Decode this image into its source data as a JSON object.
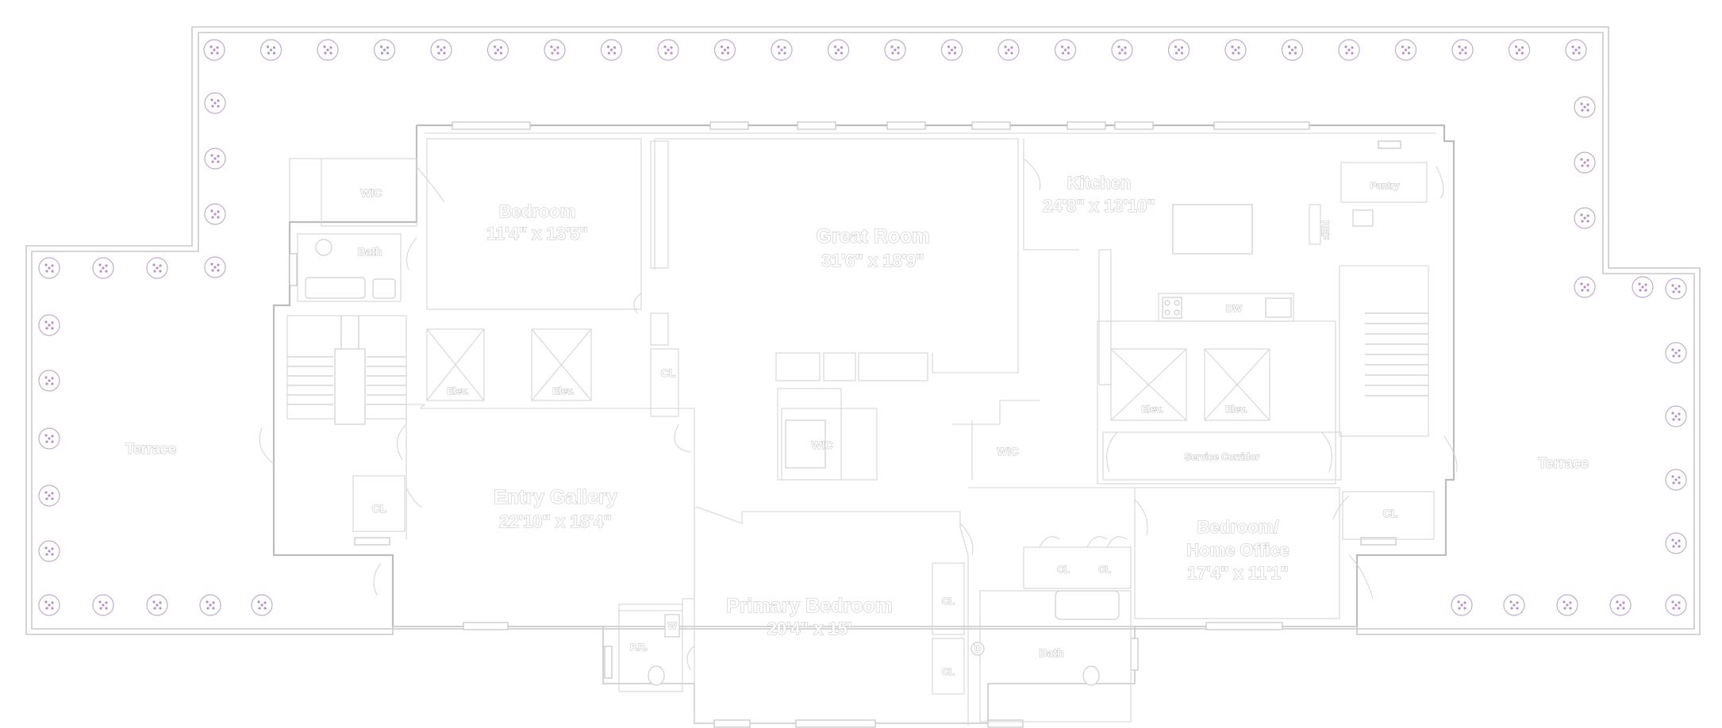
{
  "floorplan": {
    "rooms": {
      "great_room": {
        "name": "Great Room",
        "size": "31'6\" x 18'9\""
      },
      "kitchen": {
        "name": "Kitchen",
        "size": "24'8\" x 13'10\""
      },
      "bedroom": {
        "name": "Bedroom",
        "size": "11'4\" x 13'5\""
      },
      "entry_gallery": {
        "name": "Entry Gallery",
        "size": "22'10\" x 18'4\""
      },
      "primary_bedroom": {
        "name": "Primary Bedroom",
        "size": "20'4\" x 15'"
      },
      "bedroom_office": {
        "name_line1": "Bedroom/",
        "name_line2": "Home Office",
        "size": "17'4\" x 11'1\""
      }
    },
    "labels": {
      "terrace_left": "Terrace",
      "terrace_right": "Terrace",
      "wic_bedroom": "WIC",
      "bath_bedroom": "Bath",
      "elev_1": "Elev.",
      "elev_2": "Elev.",
      "elev_3": "Elev.",
      "elev_4": "Elev.",
      "cl_gallery_top": "CL",
      "cl_gallery_left": "CL",
      "wic_great": "WIC",
      "wic_primary": "WIC",
      "cl_primary_1": "CL",
      "cl_primary_2": "CL",
      "pr": "P.R.",
      "pantry": "Pantry",
      "ref": "REF",
      "dw": "DW",
      "service_corridor": "Service Corridor",
      "cl_bath_1": "CL",
      "cl_bath_2": "CL",
      "bath_primary": "Bath",
      "cl_office": "CL",
      "w": "W",
      "d": "D"
    }
  }
}
